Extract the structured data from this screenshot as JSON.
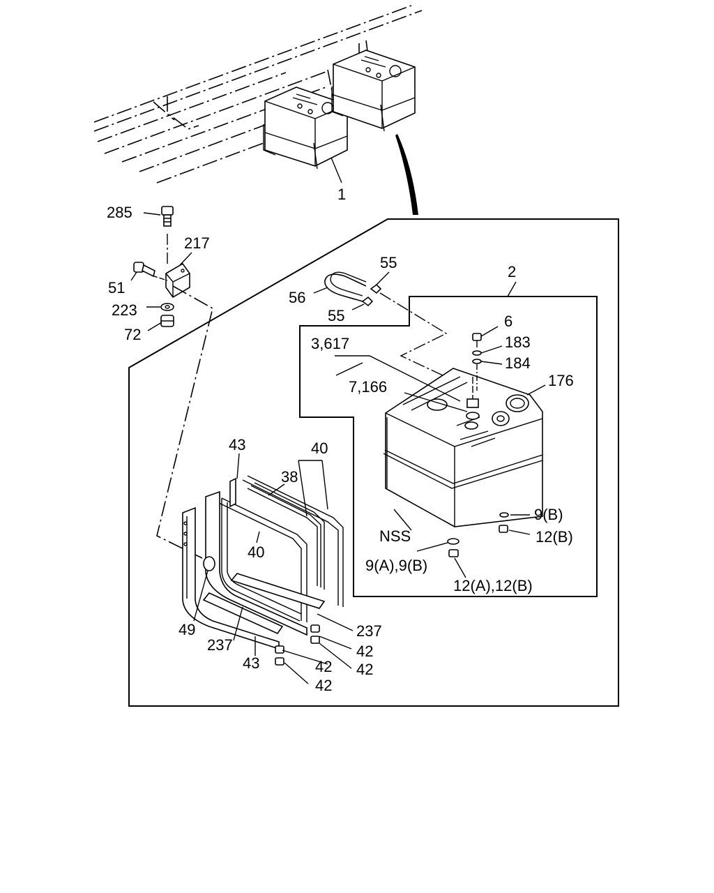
{
  "labels": {
    "tank_assembly": "1",
    "tank_sub_assembly": "2",
    "bolt_285": "285",
    "bracket_217": "217",
    "bolt_51": "51",
    "washer_223": "223",
    "nut_72": "72",
    "clip_55_top": "55",
    "hose_56": "56",
    "clip_55_bottom": "55",
    "bolt_6": "6",
    "washer_183": "183",
    "washer_184": "184",
    "gauge_3617": "3,617",
    "gauge_7166": "7,166",
    "cap_176": "176",
    "washer_9b": "9(B)",
    "bolt_12b": "12(B)",
    "nss": "NSS",
    "washer_9a9b": "9(A),9(B)",
    "bolt_12a12b": "12(A),12(B)",
    "strap_43_top": "43",
    "strap_40_top": "40",
    "pad_38": "38",
    "strap_40_mid": "40",
    "nut_49": "49",
    "pad_237_right": "237",
    "pad_237_left": "237",
    "nut_42_a": "42",
    "nut_42_b": "42",
    "nut_42_c": "42",
    "strap_43_bottom": "43",
    "nut_42_d": "42"
  }
}
